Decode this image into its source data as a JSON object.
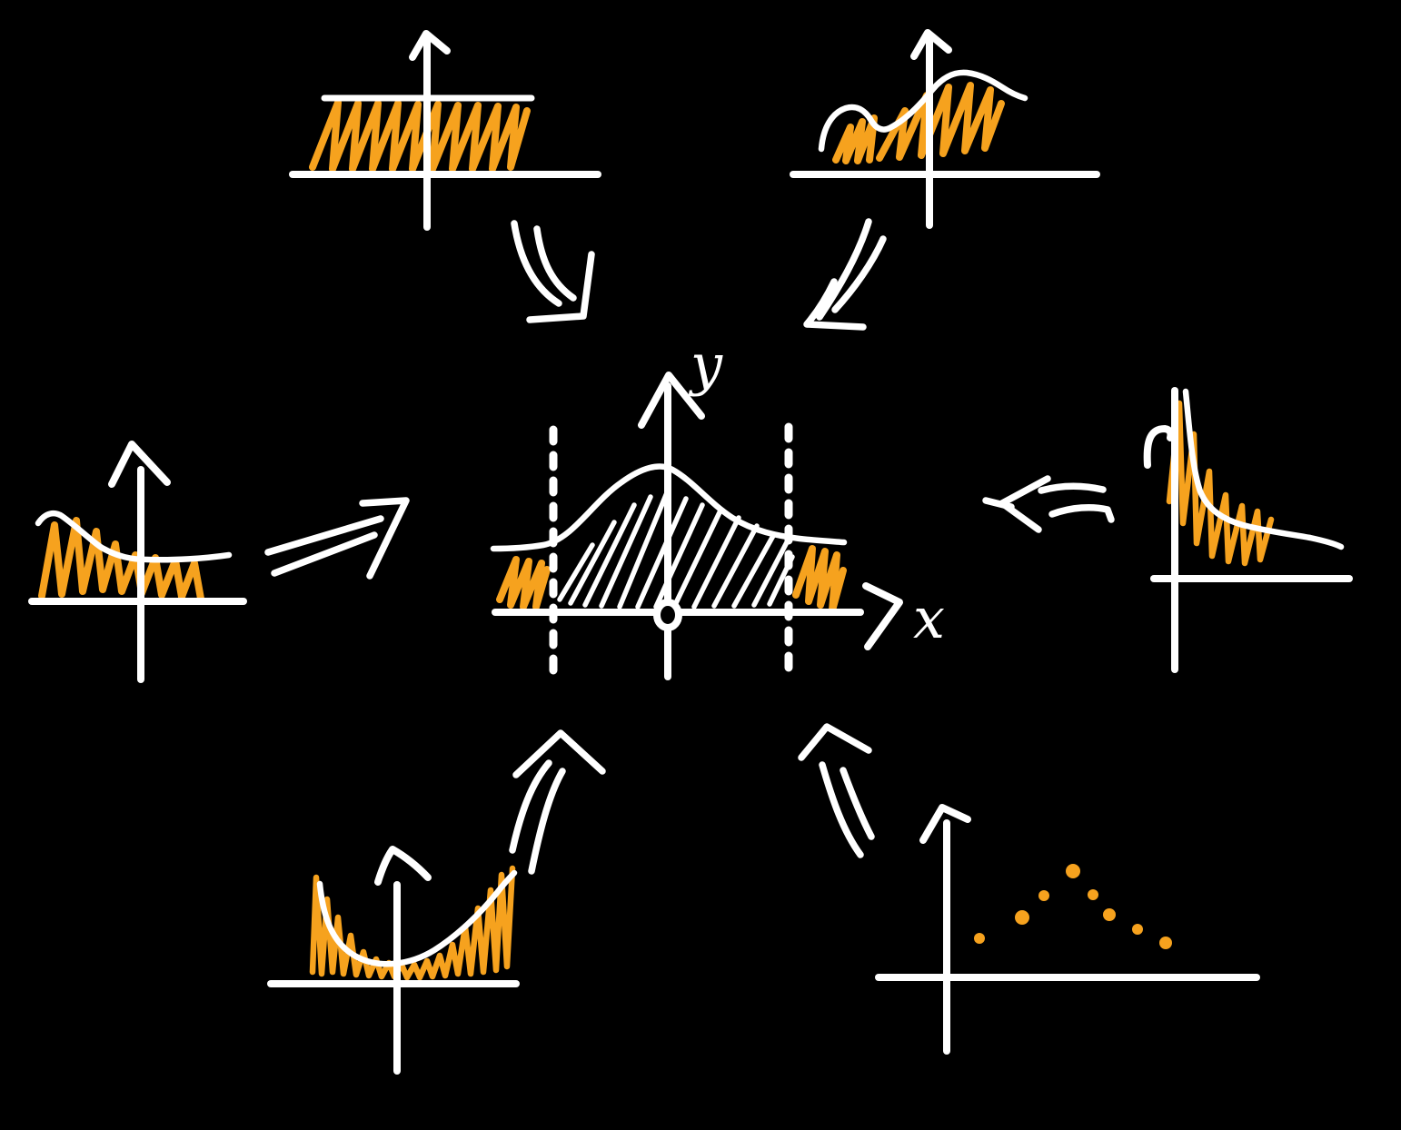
{
  "colors": {
    "background": "#000000",
    "ink": "#ffffff",
    "highlight": "#f6a21e"
  },
  "center_plot": {
    "y_axis_label": "y",
    "x_axis_label": "x",
    "kind": "bell-shaped-density-with-shaded-integral-between-dashed-bounds"
  },
  "nodes": [
    {
      "id": "plot-constant",
      "position": "top-left",
      "kind": "constant function, area under line shaded"
    },
    {
      "id": "plot-wavy",
      "position": "top-right",
      "kind": "wavy hump function, area under curve shaded"
    },
    {
      "id": "plot-decay-left",
      "position": "middle-left",
      "kind": "decaying curve flattening to plateau, area shaded"
    },
    {
      "id": "plot-reciprocal",
      "position": "middle-right",
      "kind": "steep reciprocal-like decay, area near axis shaded"
    },
    {
      "id": "plot-parabola",
      "position": "bottom-left",
      "kind": "upward parabola, area between curve and axis shaded"
    },
    {
      "id": "plot-scatter",
      "position": "bottom-right",
      "kind": "scatter points forming a peak"
    }
  ],
  "scatter": {
    "points": [
      [
        1078,
        1033,
        6
      ],
      [
        1125,
        1010,
        8
      ],
      [
        1149,
        986,
        6
      ],
      [
        1181,
        959,
        8
      ],
      [
        1203,
        985,
        6
      ],
      [
        1221,
        1007,
        7
      ],
      [
        1252,
        1023,
        6
      ],
      [
        1283,
        1038,
        7
      ]
    ]
  }
}
